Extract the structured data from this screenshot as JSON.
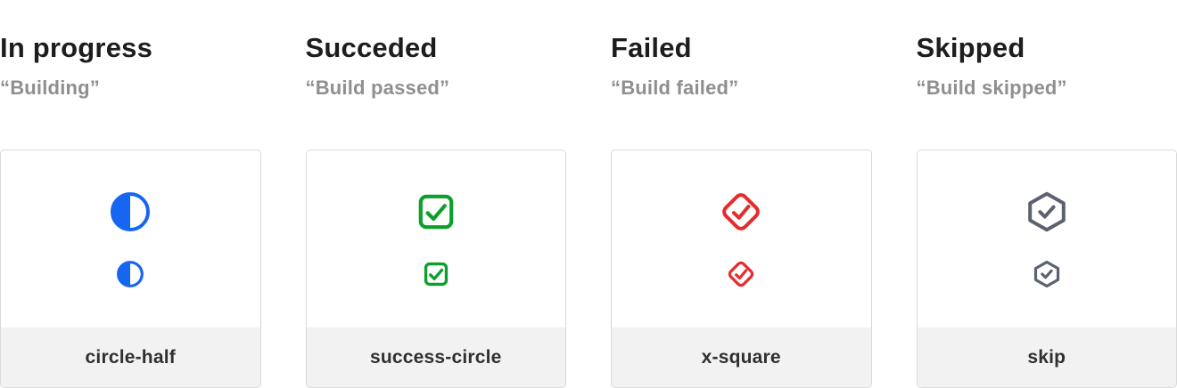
{
  "theme": {
    "page_background": "#ffffff",
    "card_background": "#ffffff",
    "card_border": "#d9d9d9",
    "footer_background": "#f2f2f2",
    "heading_color": "#1d1d1d",
    "subtitle_color": "#8f8f8f",
    "label_color": "#303030"
  },
  "columns": [
    {
      "heading": "In progress",
      "subtitle": "“Building”",
      "icon": "circle-half-icon",
      "label": "circle-half",
      "color": "#1766f2"
    },
    {
      "heading": "Succeded",
      "subtitle": "“Build passed”",
      "icon": "check-square-icon",
      "label": "success-circle",
      "color": "#0d9f2b"
    },
    {
      "heading": "Failed",
      "subtitle": "“Build failed”",
      "icon": "check-diamond-icon",
      "label": "x-square",
      "color": "#e52c2c"
    },
    {
      "heading": "Skipped",
      "subtitle": "“Build skipped”",
      "icon": "check-hexagon-icon",
      "label": "skip",
      "color": "#5b6170"
    }
  ]
}
